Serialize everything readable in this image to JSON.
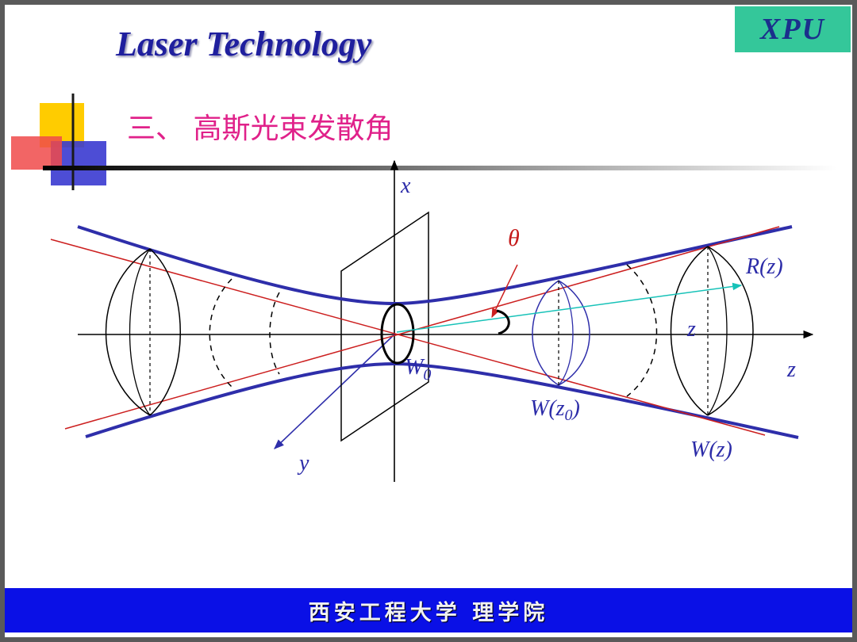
{
  "header": {
    "title": "Laser Technology",
    "logo_text": "XPU",
    "section_title": "三、 高斯光束发散角"
  },
  "figure": {
    "labels": {
      "x_axis": "x",
      "y_axis": "y",
      "z_axis": "z",
      "z_point": "z",
      "theta": "θ",
      "radius": "R(z)",
      "w0_main": "W",
      "w0_sub": "0",
      "wz0_open": "W(z",
      "wz0_sub": "0",
      "wz0_close": ")",
      "wz": "W(z)"
    },
    "colors": {
      "beam": "#2e2eaa",
      "asymptote": "#cc1f1f",
      "radius_arrow": "#17c2b8",
      "axis": "#000000"
    }
  },
  "footer": {
    "text": "西安工程大学 理学院"
  }
}
